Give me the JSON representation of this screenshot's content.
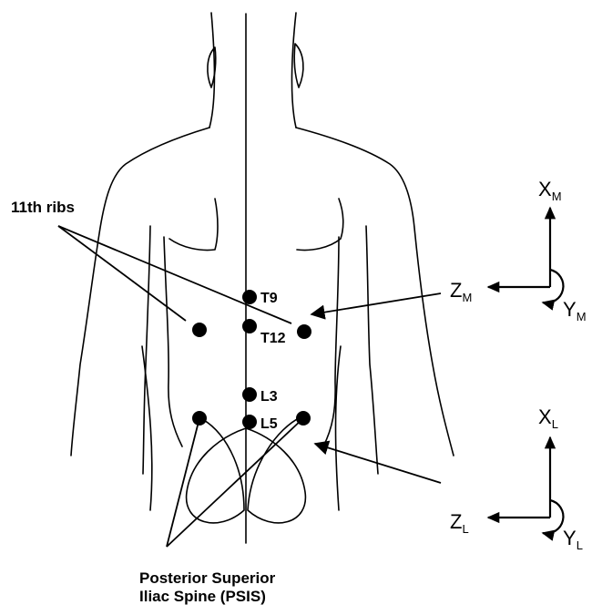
{
  "labels": {
    "ribs": "11th ribs",
    "psis_line1": "Posterior Superior",
    "psis_line2": "Iliac Spine (PSIS)"
  },
  "markers": {
    "t9": "T9",
    "t12": "T12",
    "l3": "L3",
    "l5": "L5"
  },
  "frames": {
    "upper": {
      "x": "X",
      "x_sub": "M",
      "y": "Y",
      "y_sub": "M",
      "z": "Z",
      "z_sub": "M"
    },
    "lower": {
      "x": "X",
      "x_sub": "L",
      "y": "Y",
      "y_sub": "L",
      "z": "Z",
      "z_sub": "L"
    }
  }
}
